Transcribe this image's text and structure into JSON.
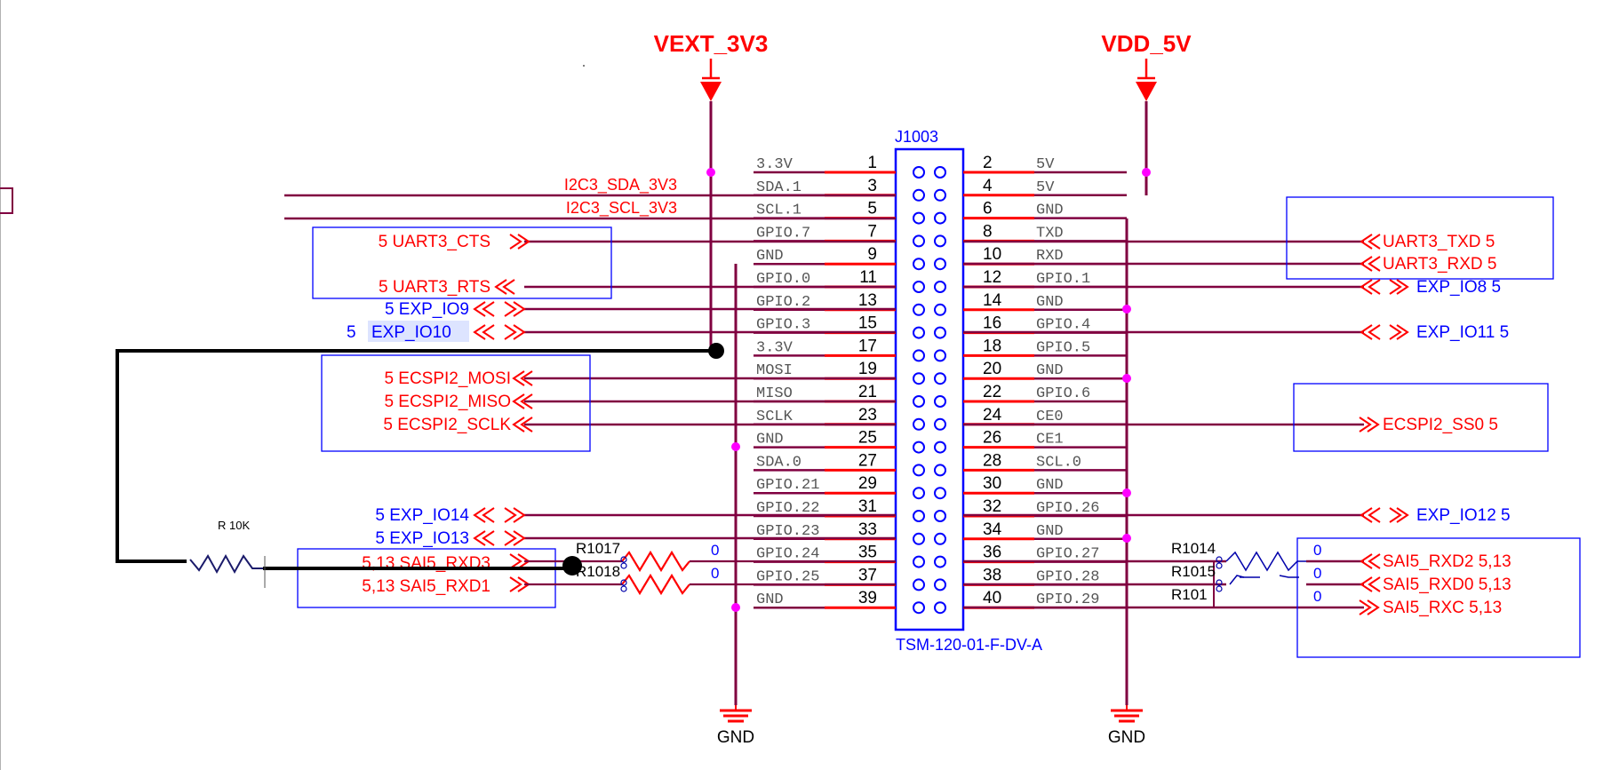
{
  "power": {
    "vext": "VEXT_3V3",
    "vdd": "VDD_5V",
    "gnd_left": "GND",
    "gnd_right": "GND"
  },
  "connector": {
    "ref": "J1003",
    "part": "TSM-120-01-F-DV-A",
    "rows": [
      {
        "lname": "3.3V",
        "lnum": "1",
        "rnum": "2",
        "rname": "5V"
      },
      {
        "lname": "SDA.1",
        "lnum": "3",
        "rnum": "4",
        "rname": "5V"
      },
      {
        "lname": "SCL.1",
        "lnum": "5",
        "rnum": "6",
        "rname": "GND"
      },
      {
        "lname": "GPIO.7",
        "lnum": "7",
        "rnum": "8",
        "rname": "TXD"
      },
      {
        "lname": "GND",
        "lnum": "9",
        "rnum": "10",
        "rname": "RXD"
      },
      {
        "lname": "GPIO.0",
        "lnum": "11",
        "rnum": "12",
        "rname": "GPIO.1"
      },
      {
        "lname": "GPIO.2",
        "lnum": "13",
        "rnum": "14",
        "rname": "GND"
      },
      {
        "lname": "GPIO.3",
        "lnum": "15",
        "rnum": "16",
        "rname": "GPIO.4"
      },
      {
        "lname": "3.3V",
        "lnum": "17",
        "rnum": "18",
        "rname": "GPIO.5"
      },
      {
        "lname": "MOSI",
        "lnum": "19",
        "rnum": "20",
        "rname": "GND"
      },
      {
        "lname": "MISO",
        "lnum": "21",
        "rnum": "22",
        "rname": "GPIO.6"
      },
      {
        "lname": "SCLK",
        "lnum": "23",
        "rnum": "24",
        "rname": "CE0"
      },
      {
        "lname": "GND",
        "lnum": "25",
        "rnum": "26",
        "rname": "CE1"
      },
      {
        "lname": "SDA.0",
        "lnum": "27",
        "rnum": "28",
        "rname": "SCL.0"
      },
      {
        "lname": "GPIO.21",
        "lnum": "29",
        "rnum": "30",
        "rname": "GND"
      },
      {
        "lname": "GPIO.22",
        "lnum": "31",
        "rnum": "32",
        "rname": "GPIO.26"
      },
      {
        "lname": "GPIO.23",
        "lnum": "33",
        "rnum": "34",
        "rname": "GND"
      },
      {
        "lname": "GPIO.24",
        "lnum": "35",
        "rnum": "36",
        "rname": "GPIO.27"
      },
      {
        "lname": "GPIO.25",
        "lnum": "37",
        "rnum": "38",
        "rname": "GPIO.28"
      },
      {
        "lname": "GND",
        "lnum": "39",
        "rnum": "40",
        "rname": "GPIO.29"
      }
    ]
  },
  "left_nets": {
    "i2c_sda": "I2C3_SDA_3V3",
    "i2c_scl": "I2C3_SCL_3V3",
    "uart3_cts": "5 UART3_CTS",
    "uart3_rts": "5 UART3_RTS",
    "exp_io9": "5 EXP_IO9",
    "exp_io10_prefix": "5 ",
    "exp_io10": "EXP_IO10",
    "ecspi2_mosi": "5 ECSPI2_MOSI",
    "ecspi2_miso": "5 ECSPI2_MISO",
    "ecspi2_sclk": "5 ECSPI2_SCLK",
    "exp_io14": "5 EXP_IO14",
    "exp_io13": "5 EXP_IO13",
    "sai5_rxd3": "5,13  SAI5_RXD3",
    "sai5_rxd1": "5,13  SAI5_RXD1"
  },
  "right_nets": {
    "uart3_txd": "UART3_TXD  5",
    "uart3_rxd": "UART3_RXD  5",
    "exp_io8": "EXP_IO8  5",
    "exp_io11": "EXP_IO11  5",
    "ecspi2_ss0": "ECSPI2_SS0  5",
    "exp_io12": "EXP_IO12  5",
    "sai5_rxd2": "SAI5_RXD2  5,13",
    "sai5_rxd0": "SAI5_RXD0  5,13",
    "sai5_rxc": "SAI5_RXC  5,13"
  },
  "resistors": {
    "r1017": "R1017",
    "r1018": "R1018",
    "r1017_val": "0",
    "r1018_val": "0",
    "r1014": "R1014",
    "r1015": "R1015",
    "r1016": "R101",
    "r1014_val": "0",
    "r1015_val": "0",
    "r1016_val": "0",
    "r10k": "R 10K"
  },
  "colors": {
    "wire": "#800040",
    "pin": "#ff0000",
    "body": "#0000ff",
    "junction": "#ff00ff",
    "text_red": "#ff0000",
    "text_blue": "#0000ff"
  }
}
